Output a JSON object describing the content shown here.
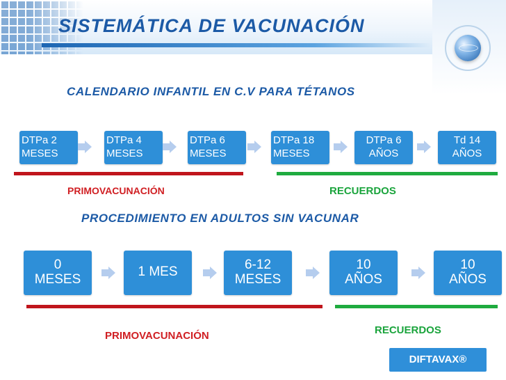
{
  "header": {
    "title": "SISTEMÁTICA DE VACUNACIÓN"
  },
  "section1": {
    "title": "CALENDARIO INFANTIL EN C.V PARA TÉTANOS",
    "steps": [
      {
        "text": "DTPa 2\nMESES"
      },
      {
        "text": "DTPa 4\nMESES"
      },
      {
        "text": "DTPa 6\nMESES"
      },
      {
        "text": "DTPa 18\nMESES"
      },
      {
        "text": "DTPa 6\nAÑOS"
      },
      {
        "text": "Td 14\nAÑOS"
      }
    ],
    "primo_label": "PRIMOVACUNACIÓN",
    "recuerdos_label": "RECUERDOS"
  },
  "section2": {
    "title": "PROCEDIMIENTO EN ADULTOS SIN VACUNAR",
    "steps": [
      {
        "line1": "0",
        "line2": "MESES"
      },
      {
        "line1": "1 MES",
        "line2": ""
      },
      {
        "line1": "6-12",
        "line2": "MESES"
      },
      {
        "line1": "10",
        "line2": "AÑOS"
      },
      {
        "line1": "10",
        "line2": "AÑOS"
      }
    ],
    "primo_label": "PRIMOVACUNACIÓN",
    "recuerdos_label": "RECUERDOS"
  },
  "badge": {
    "text": "DIFTAVAX®"
  },
  "colors": {
    "title_blue": "#1c5aa6",
    "box_blue": "#2e8fd8",
    "primo_red": "#c0151c",
    "recuerdos_green": "#1fab3f"
  },
  "icons": [
    "globe-logo-icon",
    "arrow-right-icon"
  ]
}
